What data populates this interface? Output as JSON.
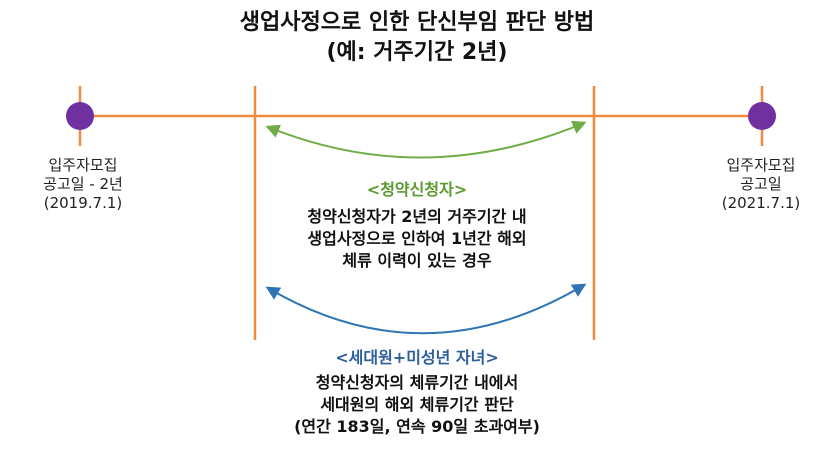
{
  "title": {
    "line1": "생업사정으로 인한 단신부임 판단 방법",
    "line2": "(예: 거주기간 2년)"
  },
  "timeline": {
    "start_label": [
      "입주자모집",
      "공고일 - 2년",
      "(2019.7.1)"
    ],
    "end_label": [
      "입주자모집",
      "공고일",
      "(2021.7.1)"
    ]
  },
  "applicant": {
    "heading": "<청약신청자>",
    "lines": [
      "청약신청자가 2년의 거주기간 내",
      "생업사정으로 인하여 1년간 해외",
      "체류 이력이 있는 경우"
    ]
  },
  "household": {
    "heading": "<세대원+미성년 자녀>",
    "lines": [
      "청약신청자의 체류기간 내에서",
      "세대원의 해외 체류기간 판단",
      "(연간 183일, 연속 90일 초과여부)"
    ]
  },
  "colors": {
    "timeline": "#f08a3c",
    "dot": "#7030a0",
    "arrow_green": "#70ad47",
    "arrow_blue": "#2e75b6",
    "heading_green": "#5b9a2f",
    "heading_blue": "#2d5f9e"
  }
}
